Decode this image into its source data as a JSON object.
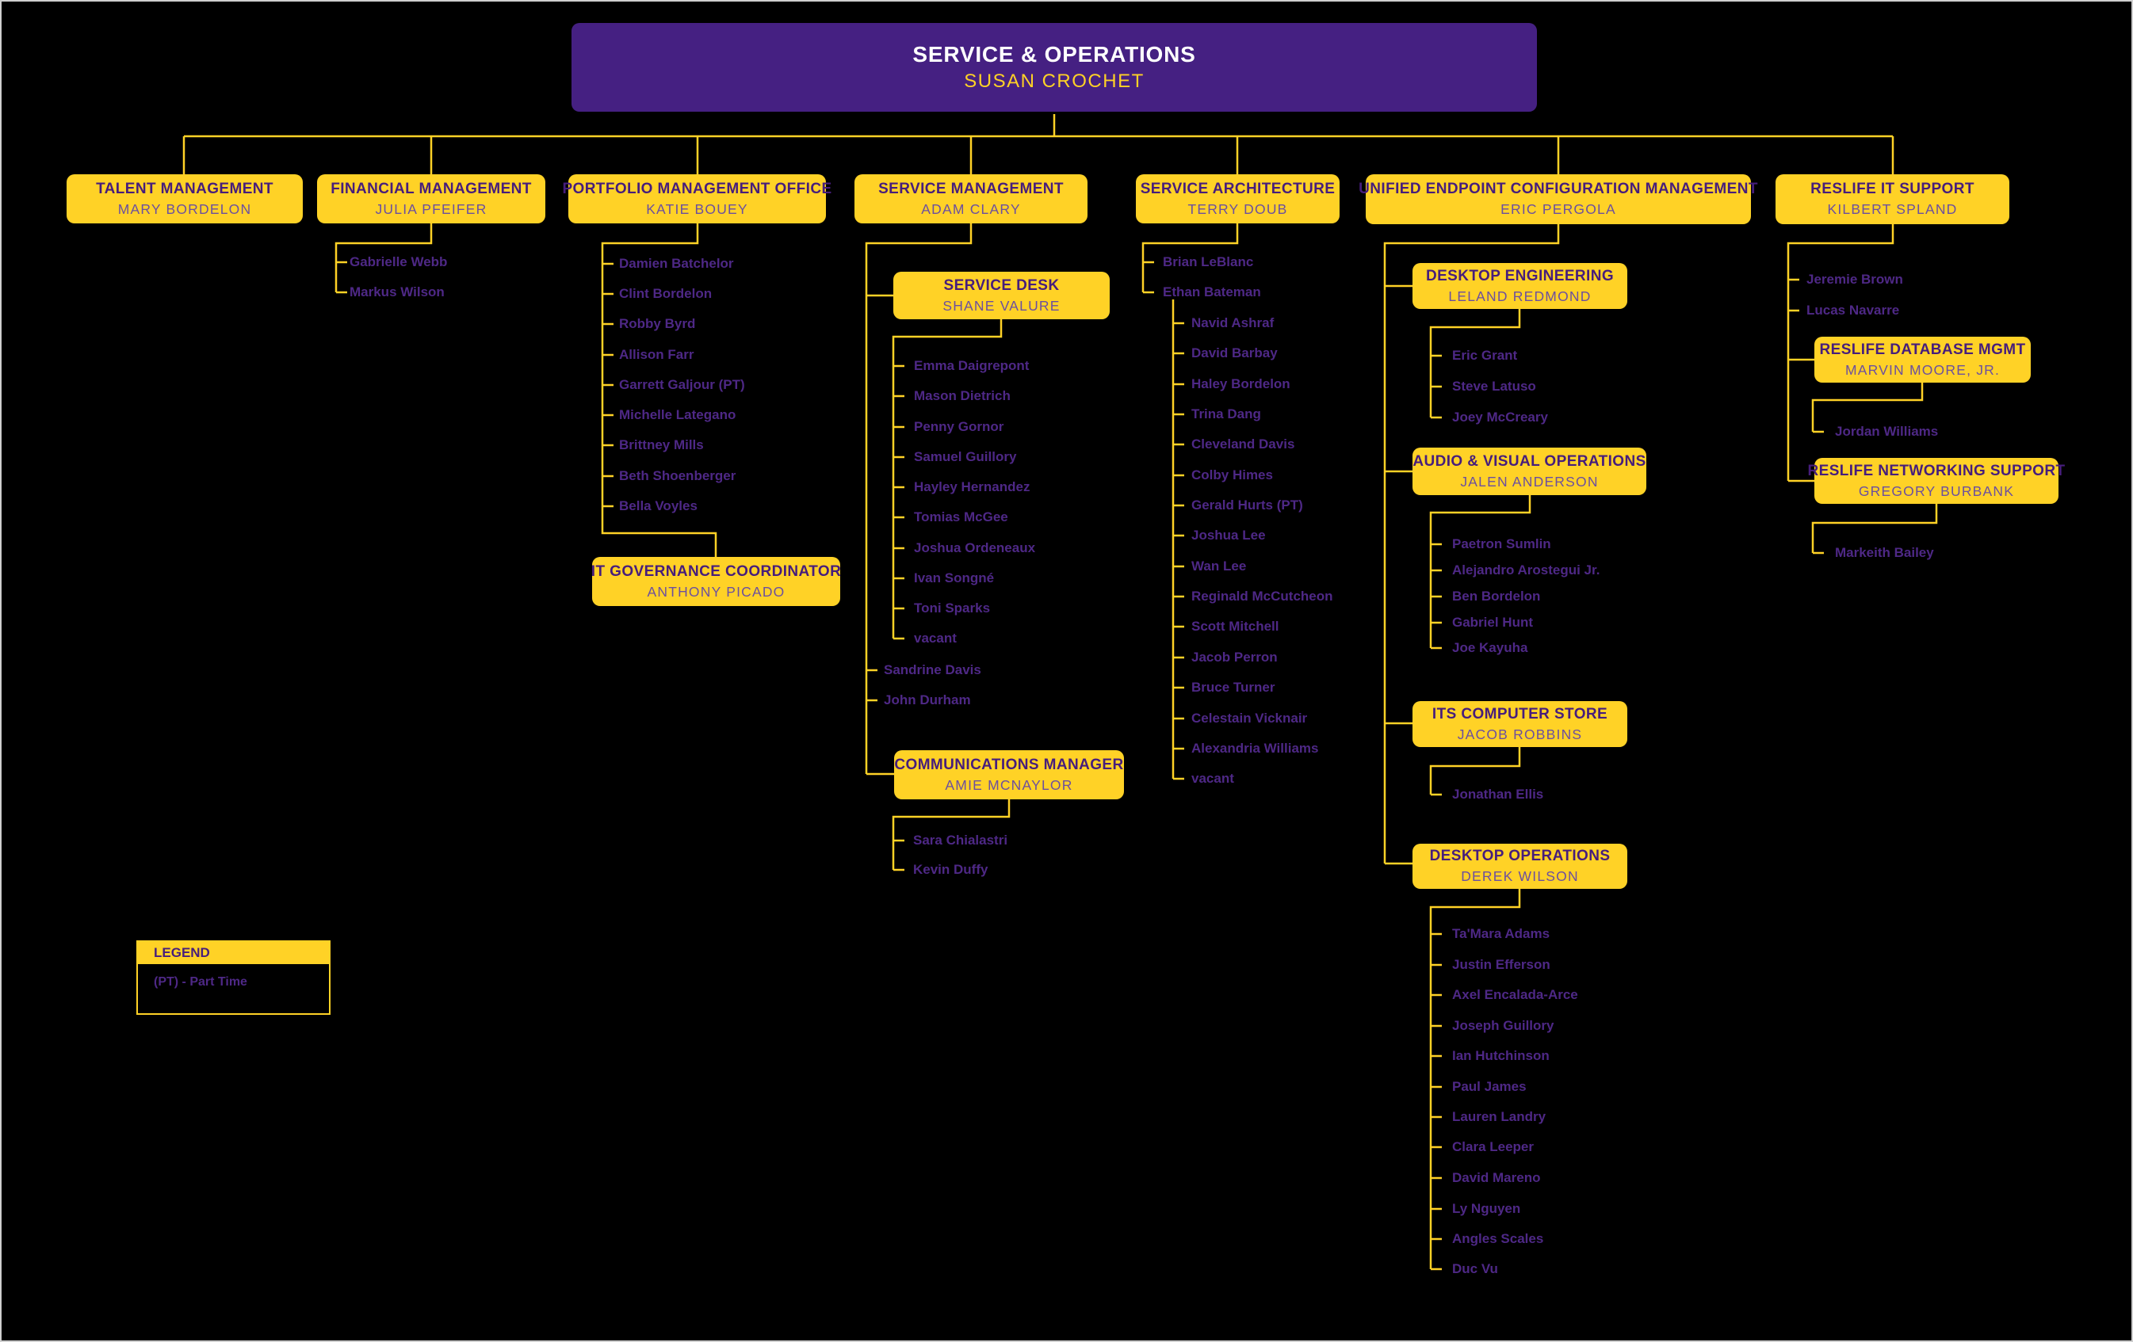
{
  "org": {
    "root": {
      "title": "SERVICE & OPERATIONS",
      "name": "SUSAN CROCHET"
    },
    "units": [
      {
        "id": "talent",
        "title": "TALENT MANAGEMENT",
        "name": "MARY BORDELON",
        "members": []
      },
      {
        "id": "financial",
        "title": "FINANCIAL MANAGEMENT",
        "name": "JULIA PFEIFER",
        "members": [
          "Gabrielle Webb",
          "Markus Wilson"
        ]
      },
      {
        "id": "pmo",
        "title": "PORTFOLIO MANAGEMENT OFFICE",
        "name": "KATIE BOUEY",
        "members": [
          "Damien Batchelor",
          "Clint Bordelon",
          "Robby Byrd",
          "Allison Farr",
          "Garrett Galjour (PT)",
          "Michelle Lategano",
          "Brittney Mills",
          "Beth Shoenberger",
          "Bella Voyles"
        ],
        "sub_units": [
          {
            "id": "itgov",
            "title": "IT GOVERNANCE COORDINATOR",
            "name": "ANTHONY PICADO",
            "members": []
          }
        ]
      },
      {
        "id": "service_mgmt",
        "title": "SERVICE MANAGEMENT",
        "name": "ADAM CLARY",
        "members": [
          "Sandrine Davis",
          "John Durham"
        ],
        "sub_units": [
          {
            "id": "service_desk",
            "title": "SERVICE DESK",
            "name": "SHANE VALURE",
            "members": [
              "Emma Daigrepont",
              "Mason Dietrich",
              "Penny Gornor",
              "Samuel Guillory",
              "Hayley Hernandez",
              "Tomias McGee",
              "Joshua Ordeneaux",
              "Ivan Songné",
              "Toni Sparks",
              "vacant"
            ]
          },
          {
            "id": "comms",
            "title": "COMMUNICATIONS MANAGER",
            "name": "AMIE MCNAYLOR",
            "members": [
              "Sara Chialastri",
              "Kevin Duffy"
            ]
          }
        ]
      },
      {
        "id": "service_arch",
        "title": "SERVICE ARCHITECTURE",
        "name": "TERRY DOUB",
        "members": [
          "Brian LeBlanc",
          "Ethan Bateman"
        ],
        "sub_list": {
          "parent": "Ethan Bateman",
          "members": [
            "Navid Ashraf",
            "David Barbay",
            "Haley Bordelon",
            "Trina Dang",
            "Cleveland Davis",
            "Colby Himes",
            "Gerald Hurts (PT)",
            "Joshua Lee",
            "Wan Lee",
            "Reginald McCutcheon",
            "Scott Mitchell",
            "Jacob Perron",
            "Bruce Turner",
            "Celestain Vicknair",
            "Alexandria Williams",
            "vacant"
          ]
        }
      },
      {
        "id": "uecm",
        "title": "UNIFIED ENDPOINT CONFIGURATION MANAGEMENT",
        "name": "ERIC PERGOLA",
        "members": [],
        "sub_units": [
          {
            "id": "desktop_eng",
            "title": "DESKTOP ENGINEERING",
            "name": "LELAND REDMOND",
            "members": [
              "Eric Grant",
              "Steve Latuso",
              "Joey McCreary"
            ]
          },
          {
            "id": "av_ops",
            "title": "AUDIO & VISUAL OPERATIONS",
            "name": "JALEN ANDERSON",
            "members": [
              "Paetron Sumlin",
              "Alejandro Arostegui Jr.",
              "Ben Bordelon",
              "Gabriel Hunt",
              "Joe Kayuha"
            ]
          },
          {
            "id": "computer_store",
            "title": "ITS COMPUTER STORE",
            "name": "JACOB ROBBINS",
            "members": [
              "Jonathan Ellis"
            ]
          },
          {
            "id": "desktop_ops",
            "title": "DESKTOP OPERATIONS",
            "name": "DEREK WILSON",
            "members": [
              "Ta'Mara Adams",
              "Justin Efferson",
              "Axel Encalada-Arce",
              "Joseph Guillory",
              "Ian Hutchinson",
              "Paul James",
              "Lauren Landry",
              "Clara Leeper",
              "David Mareno",
              "Ly Nguyen",
              "Angles Scales",
              "Duc Vu"
            ]
          }
        ]
      },
      {
        "id": "reslife",
        "title": "RESLIFE IT SUPPORT",
        "name": "KILBERT SPLAND",
        "members": [
          "Jeremie Brown",
          "Lucas Navarre"
        ],
        "sub_units": [
          {
            "id": "reslife_db",
            "title": "RESLIFE DATABASE MGMT",
            "name": "MARVIN MOORE, JR.",
            "members": [
              "Jordan Williams"
            ]
          },
          {
            "id": "reslife_net",
            "title": "RESLIFE NETWORKING SUPPORT",
            "name": "GREGORY BURBANK",
            "members": [
              "Markeith Bailey"
            ]
          }
        ]
      }
    ]
  },
  "legend": {
    "title": "LEGEND",
    "items": [
      "(PT) - Part Time"
    ]
  },
  "colors": {
    "background": "#000000",
    "gold": "#FFD226",
    "root_purple": "#452082",
    "title_purple": "#461D7C",
    "box_name_purple": "#6B4FA0",
    "member_purple": "#4E2886",
    "connector_gold": "#FFD226"
  }
}
